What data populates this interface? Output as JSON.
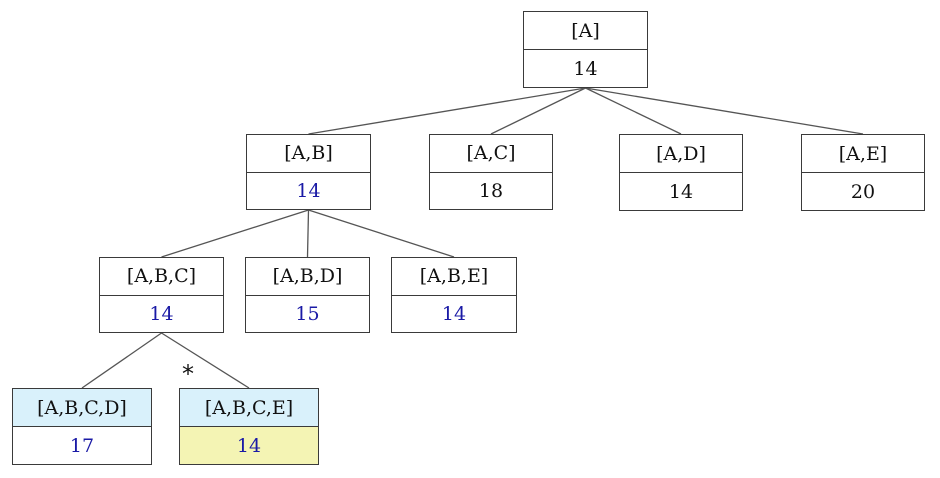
{
  "tree": {
    "nodes": [
      {
        "id": "A",
        "label": "[A]",
        "cost": "14",
        "cost_color": "#111111"
      },
      {
        "id": "AB",
        "label": "[A,B]",
        "cost": "14",
        "cost_color": "#1a1aa6"
      },
      {
        "id": "AC",
        "label": "[A,C]",
        "cost": "18",
        "cost_color": "#111111"
      },
      {
        "id": "AD",
        "label": "[A,D]",
        "cost": "14",
        "cost_color": "#111111"
      },
      {
        "id": "AE",
        "label": "[A,E]",
        "cost": "20",
        "cost_color": "#111111"
      },
      {
        "id": "ABC",
        "label": "[A,B,C]",
        "cost": "14",
        "cost_color": "#1a1aa6"
      },
      {
        "id": "ABD",
        "label": "[A,B,D]",
        "cost": "15",
        "cost_color": "#1a1aa6"
      },
      {
        "id": "ABE",
        "label": "[A,B,E]",
        "cost": "14",
        "cost_color": "#1a1aa6"
      },
      {
        "id": "ABCD",
        "label": "[A,B,C,D]",
        "cost": "17",
        "cost_color": "#1a1aa6"
      },
      {
        "id": "ABCE",
        "label": "[A,B,C,E]",
        "cost": "14",
        "cost_color": "#1a1aa6"
      }
    ],
    "edges": [
      [
        "A",
        "AB"
      ],
      [
        "A",
        "AC"
      ],
      [
        "A",
        "AD"
      ],
      [
        "A",
        "AE"
      ],
      [
        "AB",
        "ABC"
      ],
      [
        "AB",
        "ABD"
      ],
      [
        "AB",
        "ABE"
      ],
      [
        "ABC",
        "ABCD"
      ],
      [
        "ABC",
        "ABCE"
      ]
    ],
    "optimal_marker": "*",
    "colors": {
      "edge": "#555555",
      "leaf_label_bg": "#d9f1fb",
      "optimal_cost_bg": "#f4f4b4"
    }
  }
}
